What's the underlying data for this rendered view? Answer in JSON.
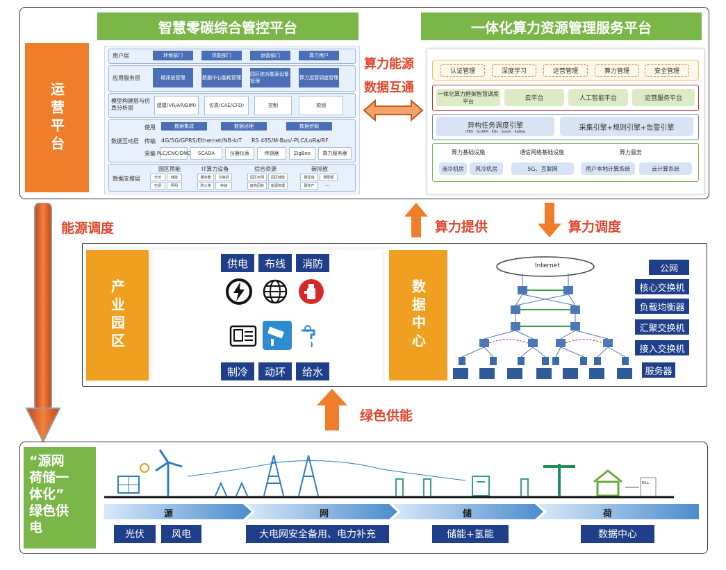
{
  "top_left": {
    "title": "智慧零碳综合管控平台",
    "side": "运营平台",
    "rows": [
      {
        "label": "用户层",
        "cells": [
          "环保部门",
          "供能部门",
          "运营部门",
          "算力用户"
        ]
      },
      {
        "label": "应用服务层",
        "cells": [
          "碳排放管理",
          "数据中心能耗管理",
          "园区综合能源设备管理",
          "算力运营调度管理"
        ]
      },
      {
        "label": "模型构建层与仿真分析层",
        "cells": [
          "建模(VR/AR/BIM)",
          "仿真(CAE/CFD)",
          "控制",
          "预测"
        ]
      },
      {
        "label": "数据互动层",
        "sub1": "使用",
        "sub1_cells": [
          "数据集成",
          "数据治理",
          "数据挖掘"
        ],
        "sub2": "传输",
        "sub2_text": "4G/5G/GPRS/Ethernet/NB-IoT",
        "sub2_text2": "RS 485/M-Bus/-PLC/LoRa/RF",
        "sub3": "采集",
        "sub3_cells": [
          "PLC/CNC/DNC",
          "SCADA",
          "仪器仪表",
          "传感器",
          "ZigBee",
          "算力服务器"
        ]
      },
      {
        "label": "数据支撑层",
        "groups": [
          {
            "name": "园区用能",
            "items": [
              "光伏",
              "储能",
              "空调",
              "照明"
            ]
          },
          {
            "name": "IT算力设备",
            "items": [
              "服务器",
              "交换机",
              "防火墙",
              "存储"
            ]
          },
          {
            "name": "综合资源",
            "items": [
              "园区水网",
              "园区储能",
              "废热回收",
              "能源管理"
            ]
          },
          {
            "name": "碳排放",
            "items": [
              "碳足迹",
              "碳配额",
              "碳资产",
              "…"
            ]
          }
        ]
      }
    ]
  },
  "middle_link": {
    "line1": "算力能源",
    "line2": "数据互通"
  },
  "top_right": {
    "title": "一体化算力资源管理服务平台",
    "row1": [
      "认证管理",
      "深度学习",
      "运营管理",
      "算力管理",
      "安全管理"
    ],
    "row2": [
      "一体化算力框架智慧调度平台",
      "云平台",
      "人工智能平台",
      "运营服务平台"
    ],
    "row3_left": "异构任务调度引擎",
    "row3_left_sub": "(PBS · SLURM · K8s · Spark · Kafka)",
    "row3_right": "采集引擎+规则引擎+告警引擎",
    "row4_headers": [
      "算力基础设施",
      "通信网络基础设施",
      "算力服务"
    ],
    "row4_items": [
      "液冷机房",
      "风冷机房",
      "5G、互联网",
      "用户本地计算系统",
      "云计算系统"
    ]
  },
  "arrows": {
    "energy": "能源调度",
    "supply": "算力提供",
    "schedule": "算力调度",
    "green": "绿色供能"
  },
  "park": {
    "side": "产业园区",
    "top": [
      "供电",
      "布线",
      "消防"
    ],
    "bottom": [
      "制冷",
      "动环",
      "给水"
    ],
    "icons": [
      "power-icon",
      "network-icon",
      "fire-icon",
      "air-conditioner-icon",
      "camera-icon",
      "water-tap-icon"
    ]
  },
  "datacenter": {
    "side": "数据中心",
    "internet": "Internet",
    "labels": [
      "公网",
      "核心交换机",
      "负载均衡器",
      "汇聚交换机",
      "接入交换机",
      "服务器"
    ]
  },
  "bottom": {
    "side_lines": [
      "“源网",
      "荷储一",
      "体化”",
      "绿色供",
      "电"
    ],
    "stages": [
      "源",
      "网",
      "储",
      "荷"
    ],
    "items": [
      "光伏",
      "风电",
      "大电网安全备用、电力补充",
      "储能+氢能",
      "数据中心"
    ],
    "bill": "BILL"
  },
  "colors": {
    "green": "#7ab648",
    "orange": "#ef7d2a",
    "navy": "#1f3f8a",
    "red": "#e2452c"
  }
}
